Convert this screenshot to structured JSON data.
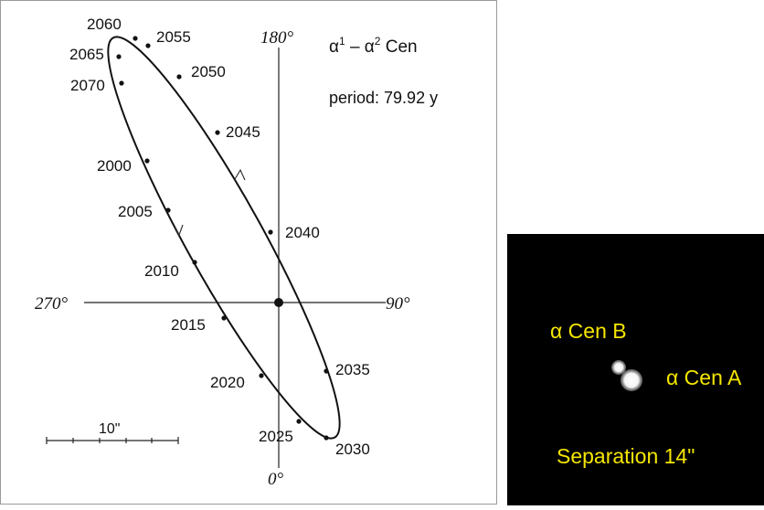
{
  "orbit": {
    "title_alpha1": "α",
    "title_sup1": "1",
    "title_dash": " – ",
    "title_alpha2": "α",
    "title_sup2": "2",
    "title_rest": " Cen",
    "period": "period: 79.92 y",
    "angle_0": "0°",
    "angle_90": "90°",
    "angle_180": "180°",
    "angle_270": "270°",
    "scale_label": "10\"",
    "years": [
      "2060",
      "2055",
      "2065",
      "2050",
      "2070",
      "2045",
      "2000",
      "2005",
      "2040",
      "2010",
      "2015",
      "2035",
      "2020",
      "2025",
      "2030"
    ],
    "line_color": "#111111"
  },
  "photo": {
    "label_b": "α Cen B",
    "label_a": "α Cen A",
    "separation": "Separation 14\"",
    "label_color": "#f5e600",
    "background": "#000000"
  }
}
